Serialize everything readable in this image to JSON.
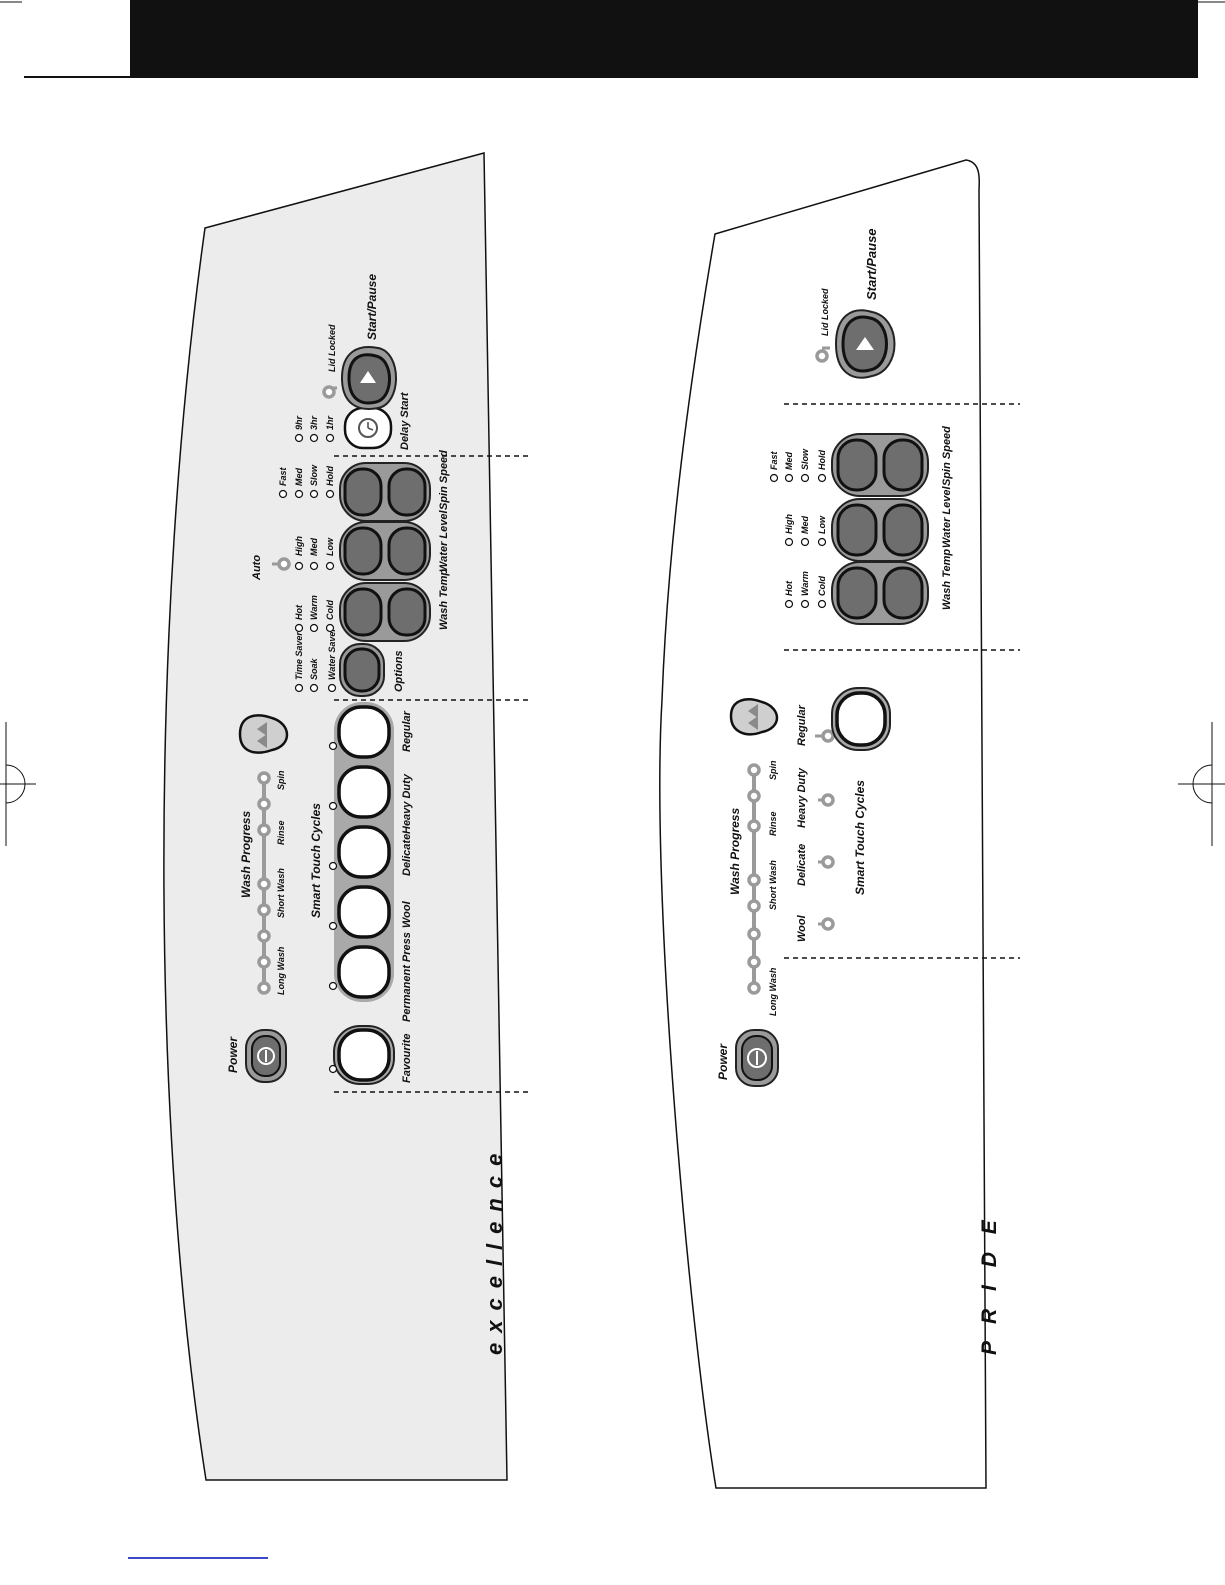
{
  "panels": [
    {
      "id": "excellence",
      "brand": "excellence",
      "power": "Power",
      "wash_progress": {
        "title": "Wash Progress",
        "stages": [
          "Long Wash",
          "Short Wash",
          "Rinse",
          "Spin"
        ]
      },
      "smart_touch_cycles": {
        "title": "Smart Touch Cycles",
        "cycles": [
          "Regular",
          "Heavy Duty",
          "Delicate",
          "Wool",
          "Permanent Press",
          "Favourite"
        ]
      },
      "options": {
        "label": "Options",
        "items": [
          "Time Saver",
          "Soak",
          "Water Saver"
        ]
      },
      "auto": "Auto",
      "wash_temp": {
        "label": "Wash Temp",
        "levels": [
          "Hot",
          "Warm",
          "Cold"
        ]
      },
      "water_level": {
        "label": "Water Level",
        "levels": [
          "High",
          "Med",
          "Low"
        ]
      },
      "spin_speed": {
        "label": "Spin Speed",
        "levels": [
          "Fast",
          "Med",
          "Slow",
          "Hold"
        ]
      },
      "delay_start": {
        "label": "Delay Start",
        "levels": [
          "9hr",
          "3hr",
          "1hr"
        ]
      },
      "lid_locked": "Lid Locked",
      "start_pause": "Start/Pause"
    },
    {
      "id": "pride",
      "brand": "P R I D E",
      "power": "Power",
      "wash_progress": {
        "title": "Wash Progress",
        "stages": [
          "Long Wash",
          "Short Wash",
          "Rinse",
          "Spin"
        ]
      },
      "smart_touch_cycles": {
        "title": "Smart Touch Cycles",
        "cycles": [
          "Regular",
          "Heavy Duty",
          "Delicate",
          "Wool"
        ]
      },
      "wash_temp": {
        "label": "Wash Temp",
        "levels": [
          "Hot",
          "Warm",
          "Cold"
        ]
      },
      "water_level": {
        "label": "Water Level",
        "levels": [
          "High",
          "Med",
          "Low"
        ]
      },
      "spin_speed": {
        "label": "Spin Speed",
        "levels": [
          "Fast",
          "Med",
          "Slow",
          "Hold"
        ]
      },
      "lid_locked": "Lid Locked",
      "start_pause": "Start/Pause"
    }
  ]
}
